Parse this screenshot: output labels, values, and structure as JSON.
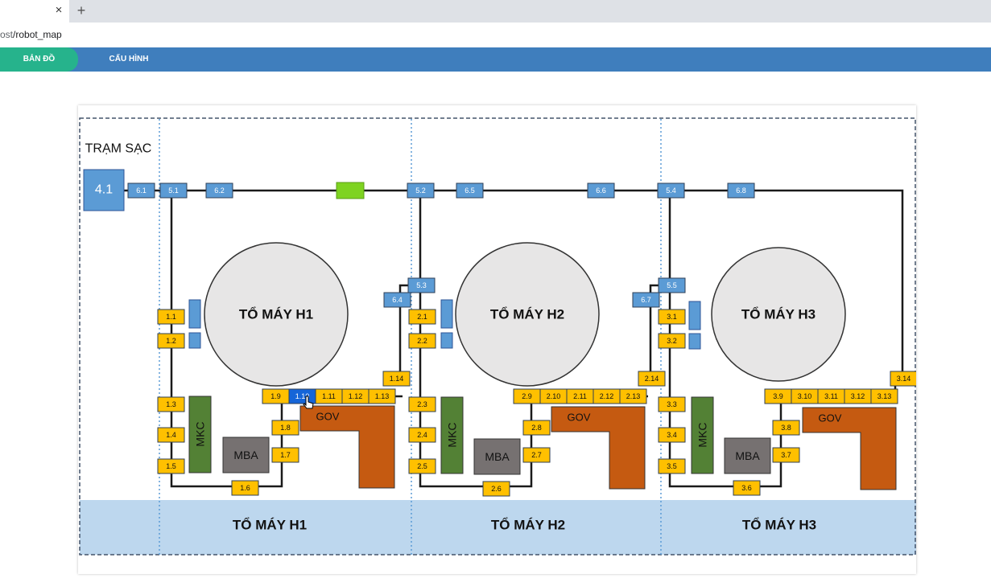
{
  "browser": {
    "tab_close": "×",
    "new_tab": "+",
    "url_host": "ost",
    "url_path": "/robot_map"
  },
  "nav": {
    "items": [
      {
        "label": "BẢN ĐỒ",
        "active": true
      },
      {
        "label": "CẤU HÌNH",
        "active": false
      }
    ]
  },
  "map": {
    "station_label": "TRẠM SẠC",
    "charging_station": "4.1",
    "units": [
      {
        "label": "TỔ MÁY H1",
        "unit_label": "TỔ MÁY H1"
      },
      {
        "label": "TỔ MÁY H2",
        "unit_label": "TỔ MÁY H2"
      },
      {
        "label": "TỔ MÁY H3",
        "unit_label": "TỔ MÁY H3"
      }
    ],
    "equipment": {
      "mkc": "MKC",
      "mba": "MBA",
      "gov": "GOV"
    },
    "top_nodes": [
      "6.1",
      "5.1",
      "6.2",
      "5.2",
      "6.5",
      "6.6",
      "5.4",
      "6.8"
    ],
    "side_nodes": [
      "5.3",
      "6.4",
      "5.5",
      "6.7"
    ],
    "h1_nodes": [
      "1.1",
      "1.2",
      "1.3",
      "1.4",
      "1.5",
      "1.6",
      "1.7",
      "1.8",
      "1.9",
      "1.10",
      "1.11",
      "1.12",
      "1.13",
      "1.14"
    ],
    "h2_nodes": [
      "2.1",
      "2.2",
      "2.3",
      "2.4",
      "2.5",
      "2.6",
      "2.7",
      "2.8",
      "2.9",
      "2.10",
      "2.11",
      "2.12",
      "2.13",
      "2.14"
    ],
    "h3_nodes": [
      "3.1",
      "3.2",
      "3.3",
      "3.4",
      "3.5",
      "3.6",
      "3.7",
      "3.8",
      "3.9",
      "3.10",
      "3.11",
      "3.12",
      "3.13",
      "3.14"
    ],
    "robot_marker": "robot-position",
    "cursor_icon": "hand-pointer-icon"
  },
  "colors": {
    "nav_bar": "#3f7ebd",
    "nav_active": "#26b38c",
    "blue_node": "#5b9bd5",
    "yellow_node": "#ffc000",
    "robot": "#7ed321",
    "selected_node": "#1565d8",
    "gov": "#c55a11",
    "mkc": "#538135",
    "mba": "#767171",
    "turbine": "#e7e6e6",
    "bottom_band": "#bdd7ee"
  }
}
